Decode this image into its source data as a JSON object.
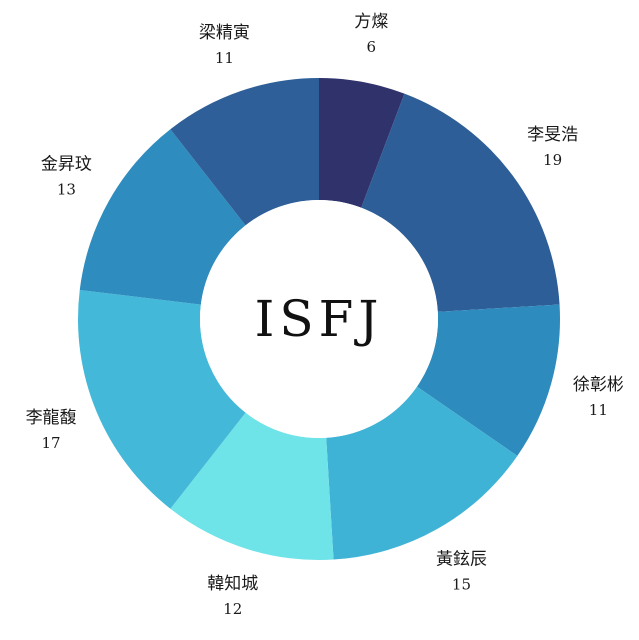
{
  "chart_data": {
    "type": "pie",
    "center_label": "ISFJ",
    "categories": [
      "方燦",
      "李旻浩",
      "徐彰彬",
      "黃鉉辰",
      "韓知城",
      "李龍馥",
      "金昇玟",
      "梁精寅"
    ],
    "values": [
      6,
      19,
      11,
      15,
      12,
      17,
      13,
      11
    ],
    "colors": [
      "#30336b",
      "#2e5e97",
      "#2e8bbd",
      "#3fb3d6",
      "#6ee3e8",
      "#44b8d8",
      "#2f8cbe",
      "#2f5f98"
    ]
  }
}
